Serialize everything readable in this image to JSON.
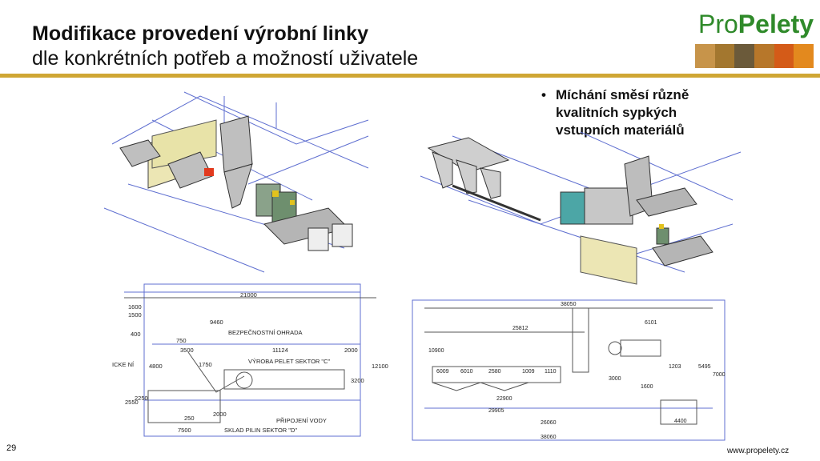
{
  "slide": {
    "title_bold": "Modifikace provedení výrobní linky",
    "title_sub": "dle konkrétních potřeb a možností uživatele",
    "bullet": "Míchání směsí různě kvalitních sypkých vstupních materiálů",
    "page_number": "29",
    "website": "www.propelety.cz"
  },
  "logo": {
    "part1": "Pro",
    "part2": "Pelety"
  },
  "colors": {
    "accent_rule": "#cfa634",
    "logo_green": "#2f8a2a",
    "drawing_blue": "#5f6fd0"
  },
  "drawing_left": {
    "dims": [
      "21000",
      "1600",
      "1500",
      "400",
      "750",
      "3500",
      "9460",
      "11124",
      "2000",
      "12100",
      "4800",
      "3200",
      "2250",
      "2550",
      "7500",
      "250",
      "2000",
      "1750"
    ],
    "labels": [
      "BEZPEČNOSTNÍ OHRADA",
      "VÝROBA PELET SEKTOR \"C\"",
      "SKLAD PILIN SEKTOR \"D\"",
      "PŘIPOJENÍ VODY",
      "ICKE NÍ"
    ]
  },
  "drawing_right": {
    "dims": [
      "38050",
      "25812",
      "10900",
      "6009",
      "6010",
      "2580",
      "1110",
      "1009",
      "29905",
      "38060",
      "6101",
      "5495",
      "7000",
      "1203",
      "4400",
      "3000",
      "1600",
      "26060",
      "22900"
    ]
  }
}
